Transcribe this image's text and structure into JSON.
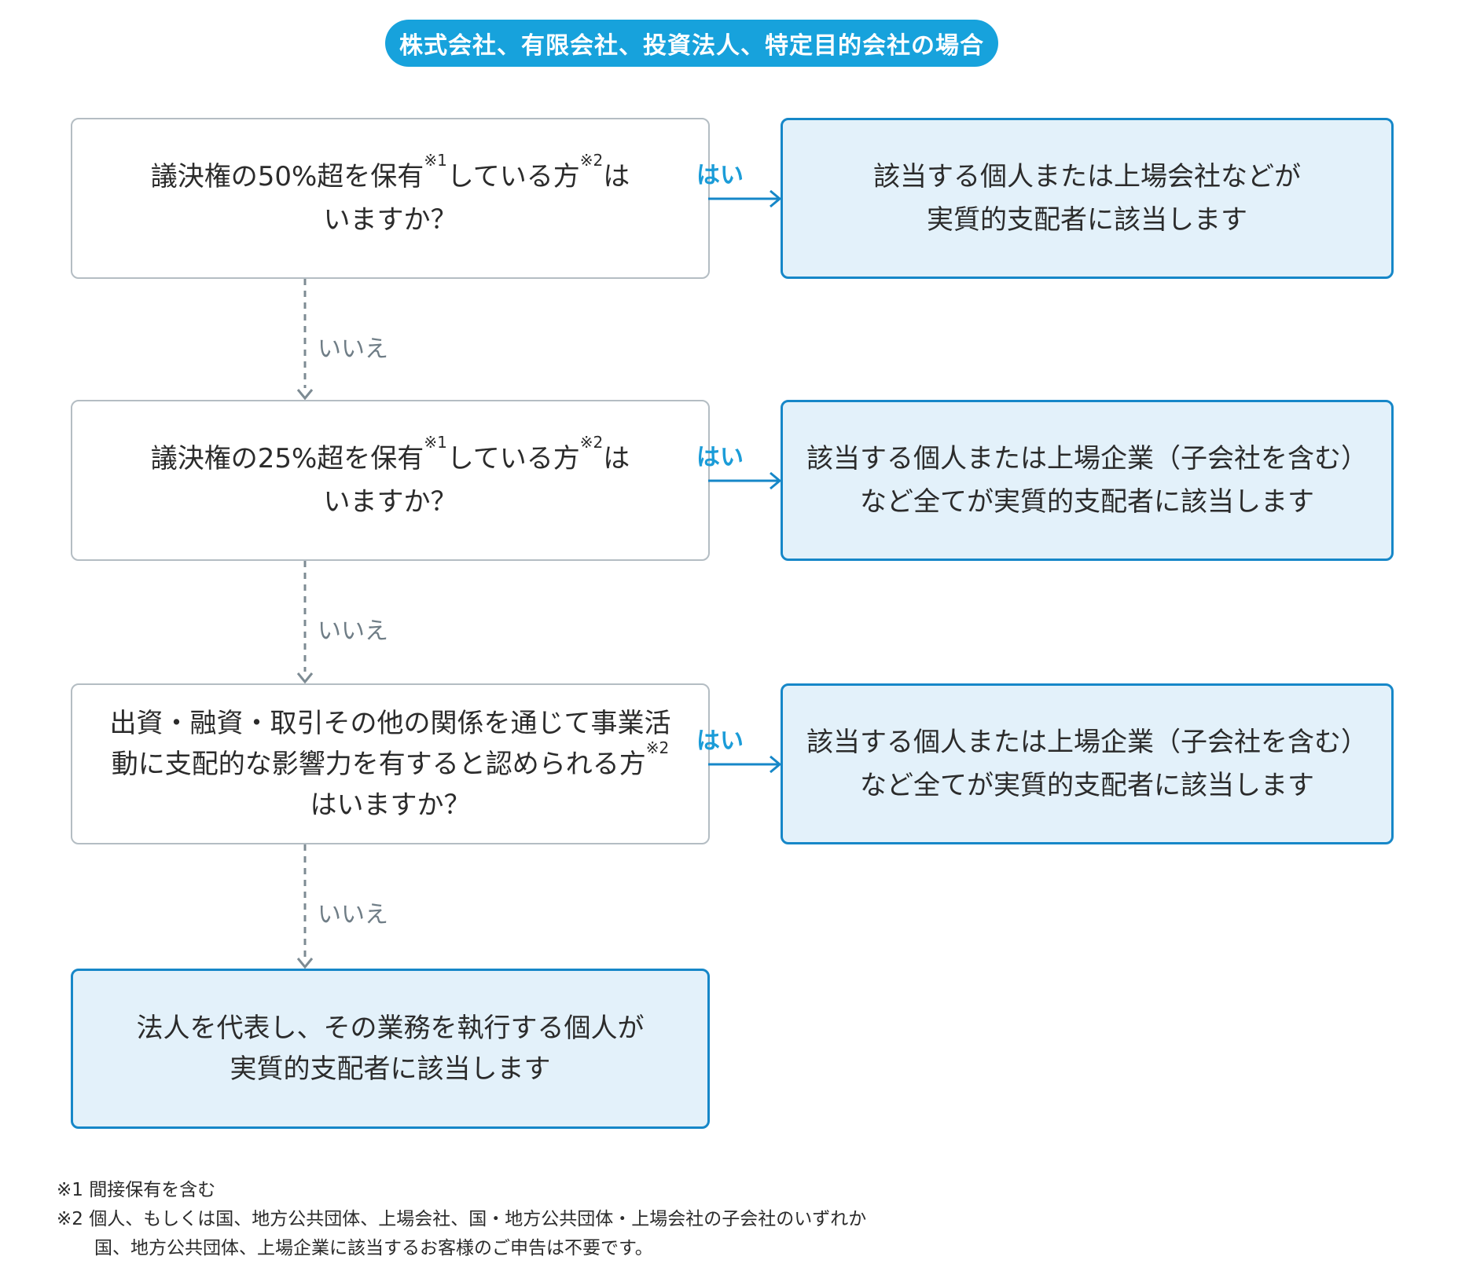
{
  "title": "株式会社、有限会社、投資法人、特定目的会社の場合",
  "labels": {
    "yes": "はい",
    "no": "いいえ"
  },
  "steps": [
    {
      "question": {
        "a": "議決権の50%超を保有",
        "sup1": "※1",
        "b": "している方",
        "sup2": "※2",
        "c": "は",
        "line2": "いますか？"
      },
      "result": {
        "line1": "該当する個人または上場会社などが",
        "line2": "実質的支配者に該当します"
      }
    },
    {
      "question": {
        "a": "議決権の25%超を保有",
        "sup1": "※1",
        "b": "している方",
        "sup2": "※2",
        "c": "は",
        "line2": "いますか？"
      },
      "result": {
        "line1": "該当する個人または上場企業（子会社を含む）",
        "line2": "など全てが実質的支配者に該当します"
      }
    },
    {
      "question": {
        "line1": "出資・融資・取引その他の関係を通じて事業活",
        "line2a": "動に支配的な影響力を有すると認められる方",
        "line2sup": "※2",
        "line3": "はいますか？"
      },
      "result": {
        "line1": "該当する個人または上場企業（子会社を含む）",
        "line2": "など全てが実質的支配者に該当します"
      }
    }
  ],
  "final_box": {
    "line1": "法人を代表し、その業務を執行する個人が",
    "line2": "実質的支配者に該当します"
  },
  "footnotes": {
    "note1": "※1 間接保有を含む",
    "note2": "※2 個人、もしくは国、地方公共団体、上場会社、国・地方公共団体・上場会社の子会社のいずれか",
    "note2b": "国、地方公共団体、上場企業に該当するお客様のご申告は不要です。"
  },
  "colors": {
    "accent_blue": "#17A2DC",
    "line_blue": "#1687C8",
    "yes_label_blue": "#1B9CD8",
    "result_fill": "#E3F1FA",
    "question_border": "#B4BDC3",
    "dashed_gray": "#7D8B93",
    "no_label_gray": "#6F7D86",
    "text_dark": "#2B2B2B"
  }
}
